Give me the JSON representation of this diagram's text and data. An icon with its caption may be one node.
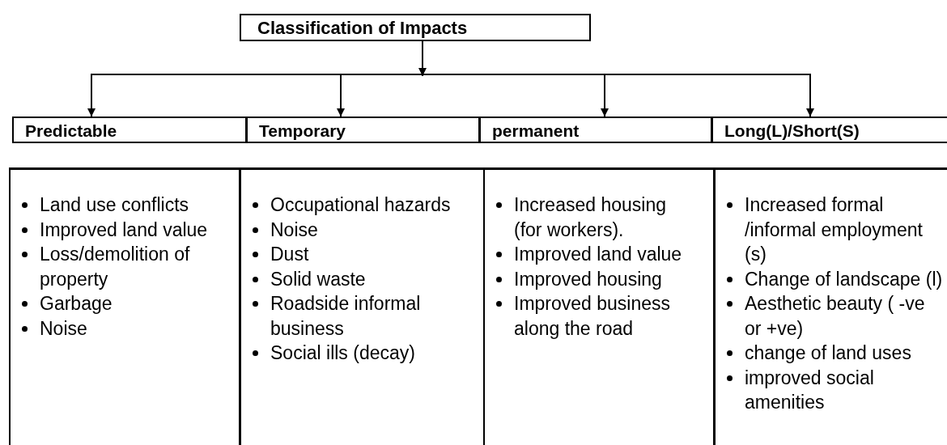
{
  "diagram": {
    "nodes": [
      {
        "text": [
          "Classification of Impacts"
        ]
      },
      {
        "text": [
          "Predictable"
        ]
      },
      {
        "text": [
          "Temporary"
        ]
      },
      {
        "text": [
          "permanent"
        ]
      },
      {
        "text": [
          "Long(L)/Short(S)"
        ]
      },
      {
        "text": [
          "Land use conflicts",
          "Improved land value",
          "Loss/demolition of property",
          "Garbage",
          "Noise"
        ]
      },
      {
        "text": [
          "Occupational hazards",
          "Noise",
          "Dust",
          "Solid waste",
          "Roadside informal business",
          "Social ills (decay)"
        ]
      },
      {
        "text": [
          "Increased housing (for workers).",
          "Improved land value",
          "Improved housing",
          "Improved business along the road"
        ]
      },
      {
        "text": [
          "Increased formal /informal employment (s)",
          "Change of landscape (l)",
          "Aesthetic beauty ( -ve or +ve)",
          "change of land uses",
          "improved social amenities"
        ]
      }
    ],
    "edges": [
      {
        "from": 0,
        "to": 1,
        "arrow": "to"
      },
      {
        "from": 0,
        "to": 2,
        "arrow": "to"
      },
      {
        "from": 0,
        "to": 3,
        "arrow": "to"
      },
      {
        "from": 0,
        "to": 4,
        "arrow": "to"
      }
    ]
  }
}
